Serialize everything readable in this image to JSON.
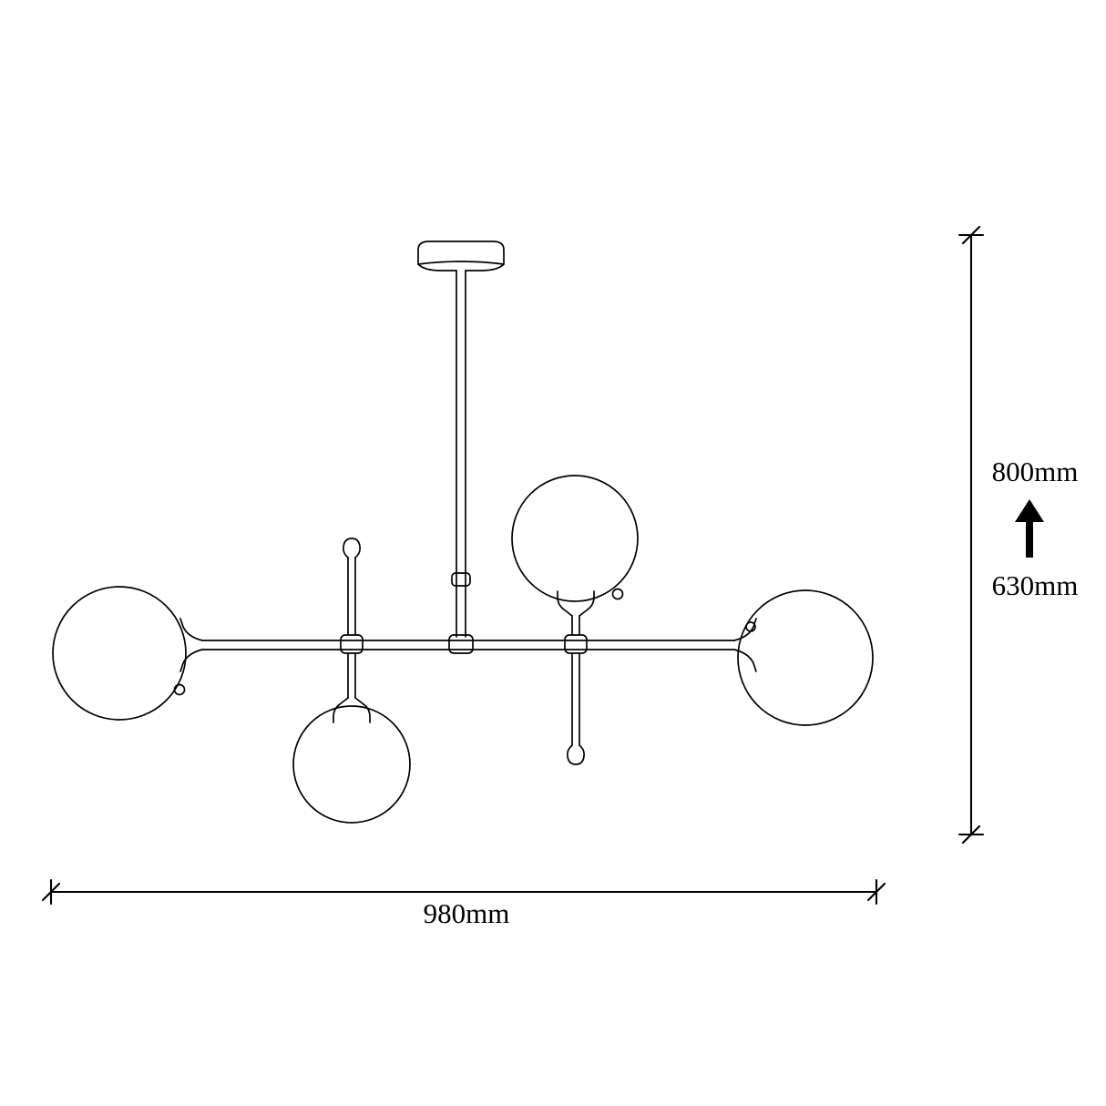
{
  "diagram": {
    "type": "technical-line-drawing",
    "labels": {
      "height_max": "800mm",
      "height_min": "630mm",
      "width": "980mm"
    },
    "colors": {
      "line": "#000000",
      "background": "#ffffff"
    },
    "icons": {
      "up_arrow": "up-arrow-icon"
    }
  }
}
